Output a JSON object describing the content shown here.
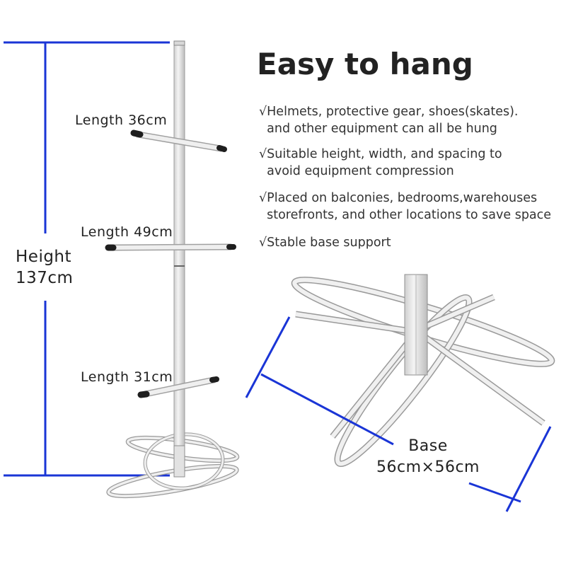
{
  "heading": "Easy to hang",
  "features": [
    "√Helmets, protective gear, shoes(skates).\n  and other equipment can all be hung",
    "√Suitable height, width, and spacing to\n  avoid equipment compression",
    "√Placed on balconies, bedrooms,warehouses\n  storefronts, and other locations to save space",
    "√Stable base support"
  ],
  "dimensions": {
    "arm_top": "Length 36cm",
    "arm_middle": "Length 49cm",
    "arm_bottom": "Length 31cm",
    "height_label": "Height",
    "height_value": "137cm",
    "base_label": "Base",
    "base_value": "56cm×56cm"
  },
  "colors": {
    "dimension_line": "#1a35d6",
    "frame": "#e6e6e6",
    "frame_edge": "#a8a8a8",
    "arm_cap": "#1e1e1e"
  }
}
